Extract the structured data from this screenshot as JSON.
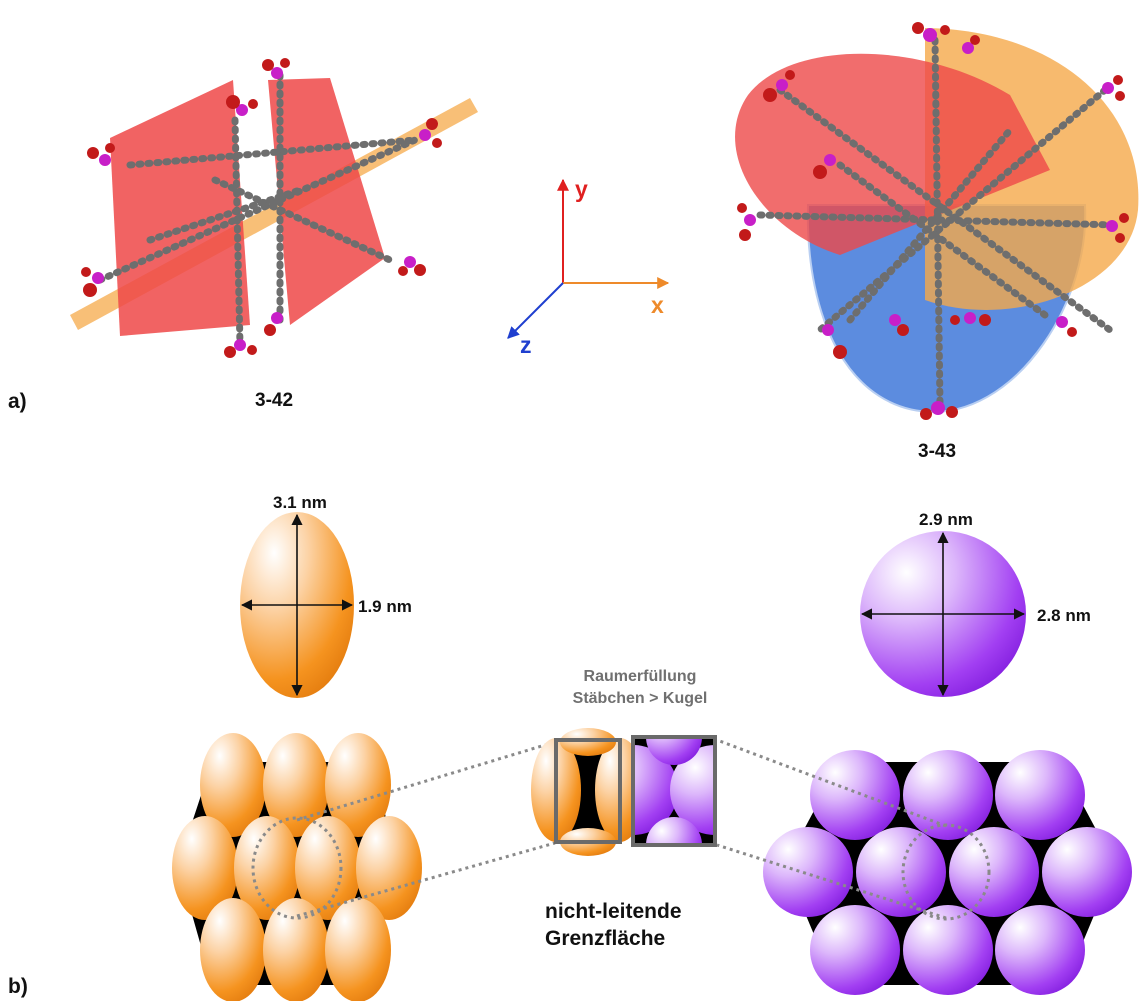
{
  "panel_labels": {
    "a": "a)",
    "b": "b)"
  },
  "compounds": {
    "left": "3-42",
    "right": "3-43"
  },
  "axes": {
    "x": "x",
    "y": "y",
    "z": "z"
  },
  "dimensions": {
    "left_long": "3.1 nm",
    "left_short": "1.9 nm",
    "right_vertical": "2.9 nm",
    "right_horizontal": "2.8 nm"
  },
  "comparison": {
    "line1": "Raumerfüllung",
    "line2": "Stäbchen > Kugel"
  },
  "interface": {
    "line1": "nicht-leitende",
    "line2": "Grenzfläche"
  },
  "colors": {
    "orange": "#f08a1c",
    "purple": "#9a2cf0",
    "plane_red": "#ee4848",
    "plane_orange": "#f5a94a",
    "plane_blue": "#4a7fdc",
    "axis_x": "#ee8a2a",
    "axis_y": "#e02020",
    "axis_z": "#1f3fcf",
    "atom_carbon": "#7a7a7a",
    "atom_oxygen": "#c21a1a",
    "atom_phosphorus": "#c81fc8"
  }
}
